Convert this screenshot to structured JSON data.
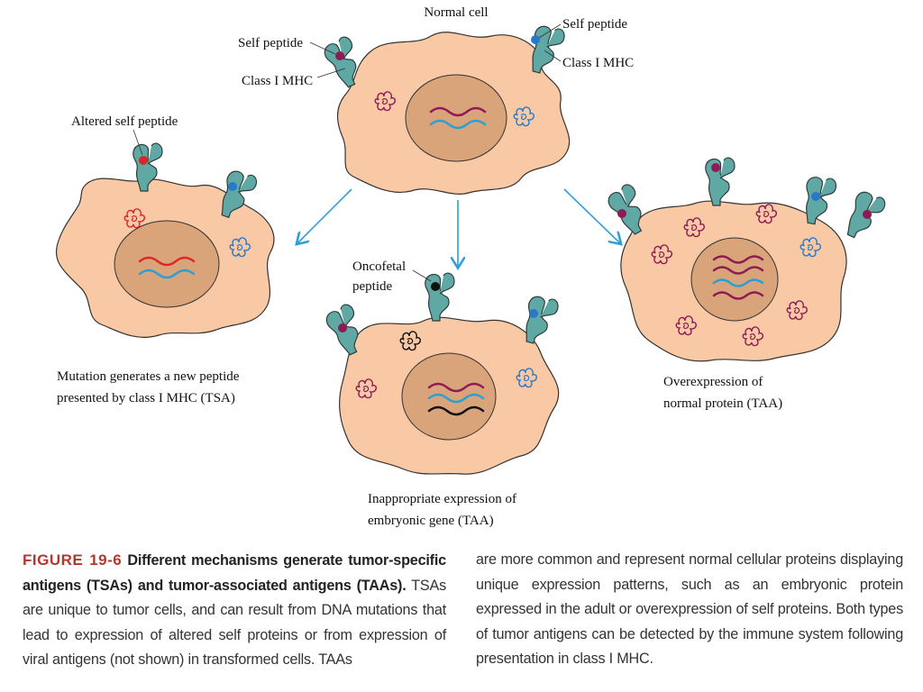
{
  "labels": {
    "normal_cell": "Normal cell",
    "self_peptide_left": "Self peptide",
    "class1_mhc_left": "Class I MHC",
    "self_peptide_right": "Self peptide",
    "class1_mhc_right": "Class I MHC",
    "altered_self_peptide": "Altered self peptide",
    "tsa_line1": "Mutation generates a new peptide",
    "tsa_line2": "presented by class I MHC (TSA)",
    "oncofetal_line1": "Oncofetal",
    "oncofetal_line2": "peptide",
    "embryonic_line1": "Inappropriate expression of",
    "embryonic_line2": "embryonic gene (TAA)",
    "overexp_line1": "Overexpression of",
    "overexp_line2": "normal protein (TAA)"
  },
  "caption": {
    "figure_number": "FIGURE 19-6",
    "title": "Different mechanisms generate tumor-specific antigens (TSAs) and tumor-associated antigens (TAAs).",
    "text_left": "TSAs are unique to tumor cells, and can result from DNA mutations that lead to expression of altered self proteins or from expression of viral antigens (not shown) in transformed cells. TAAs",
    "text_right": "are more common and represent normal cellular proteins displaying unique expression patterns, such as an embryonic protein expressed in the adult or overexpression of self proteins. Both types of tumor antigens can be detected by the immune system following presentation in class I MHC."
  },
  "colors": {
    "cell_fill": "#f8c9a4",
    "cell_stroke": "#333333",
    "nucleus_fill": "#d9a47a",
    "mhc_fill": "#5fa8a4",
    "self_peptide": "#8e1b55",
    "altered_peptide": "#d8262b",
    "oncofetal_peptide": "#111111",
    "blue_peptide": "#2a78c8",
    "arrow": "#2f9fd6",
    "caption_red": "#b5372c"
  }
}
